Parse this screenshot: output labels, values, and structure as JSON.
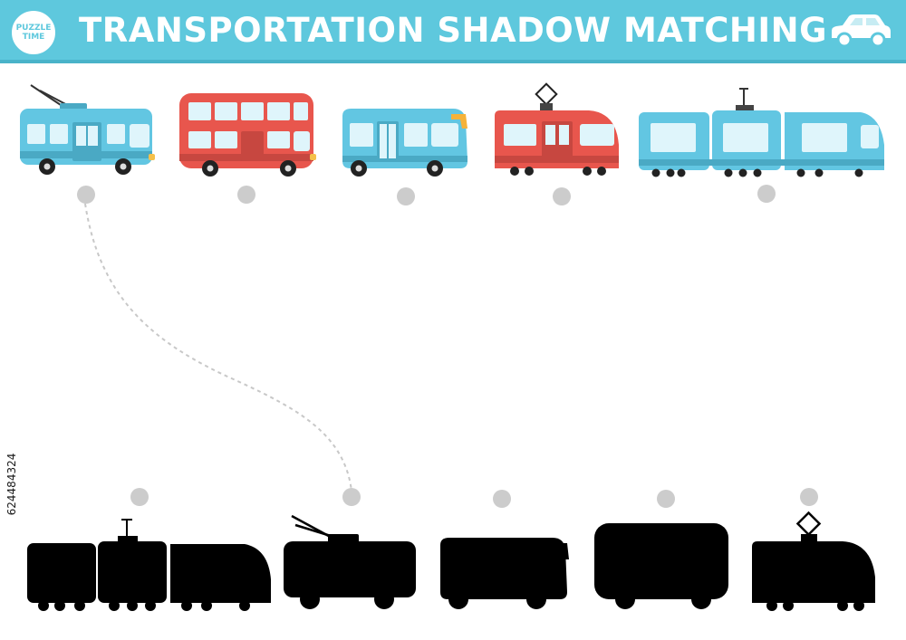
{
  "header": {
    "title": "TRANSPORTATION SHADOW MATCHING",
    "logo_line1": "PUZZLE",
    "logo_line2": "TIME",
    "logo_icon": "puzzle-time-logo",
    "corner_icon": "car-icon"
  },
  "colors": {
    "header": "#5ec8dd",
    "vehicle_blue": "#62c6e2",
    "vehicle_red": "#e8564d",
    "shadow": "#000000",
    "dot": "#cccccc",
    "guide_line": "#c8c8c8"
  },
  "top_row": [
    {
      "name": "trolleybus",
      "icon": "trolleybus-icon",
      "color": "blue"
    },
    {
      "name": "double-decker bus",
      "icon": "double-decker-bus-icon",
      "color": "red"
    },
    {
      "name": "bus",
      "icon": "bus-icon",
      "color": "blue"
    },
    {
      "name": "tram",
      "icon": "tram-icon",
      "color": "red"
    },
    {
      "name": "train",
      "icon": "train-icon",
      "color": "blue"
    }
  ],
  "bottom_row": [
    {
      "name": "train shadow",
      "icon": "train-shadow-icon"
    },
    {
      "name": "trolleybus shadow",
      "icon": "trolleybus-shadow-icon"
    },
    {
      "name": "bus shadow",
      "icon": "bus-shadow-icon"
    },
    {
      "name": "double-decker bus shadow",
      "icon": "double-decker-shadow-icon"
    },
    {
      "name": "tram shadow",
      "icon": "tram-shadow-icon"
    }
  ],
  "example_match": {
    "from": "trolleybus",
    "to": "trolleybus shadow"
  },
  "side_text": "624484324"
}
